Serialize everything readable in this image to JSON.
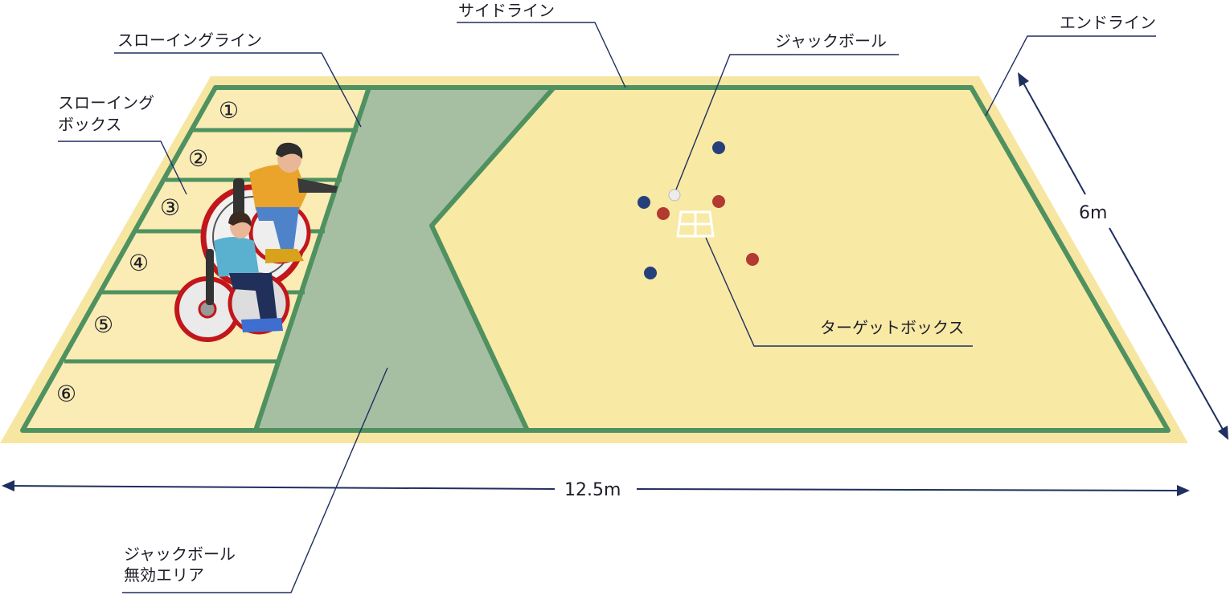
{
  "labels": {
    "sideline": "サイドライン",
    "throwing_line": "スローイングライン",
    "jack_ball": "ジャックボール",
    "end_line": "エンドライン",
    "throwing_box_line1": "スローイング",
    "throwing_box_line2": "ボックス",
    "target_box": "ターゲットボックス",
    "dead_area_line1": "ジャックボール",
    "dead_area_line2": "無効エリア"
  },
  "dimensions": {
    "length": "12.5m",
    "width": "6m"
  },
  "boxes": [
    "①",
    "②",
    "③",
    "④",
    "⑤",
    "⑥"
  ],
  "colors": {
    "court_outer": "#f7e6a1",
    "court_inner": "#f9e9a4",
    "box_fill": "#faeab0",
    "line_green": "#4f9160",
    "dead_area": "#a6bfa3",
    "ball_red": "#b23a30",
    "ball_blue": "#26417a",
    "ball_white": "#eeeeee",
    "leader": "#1f2f60"
  }
}
